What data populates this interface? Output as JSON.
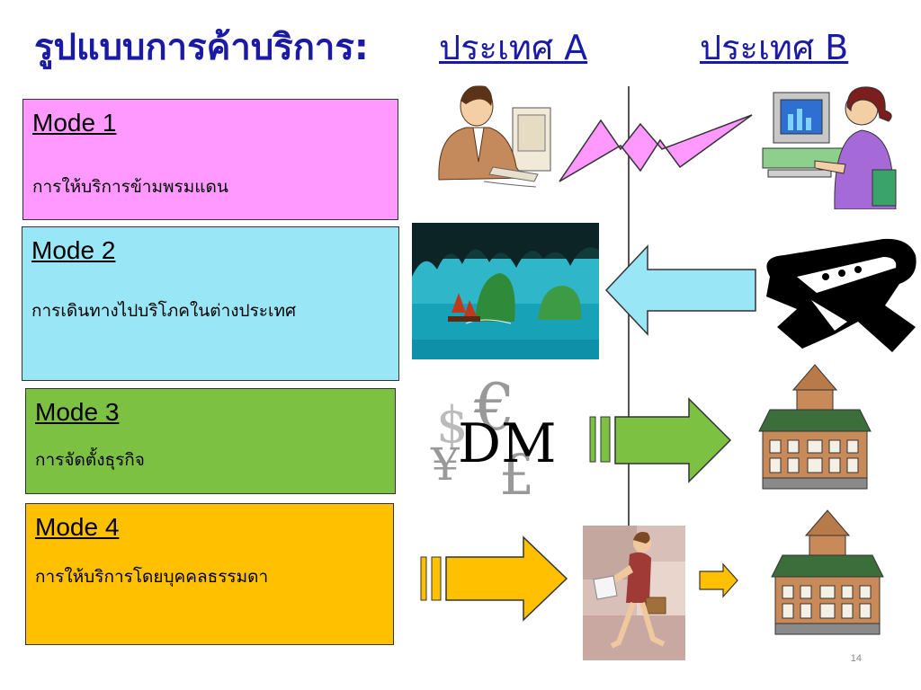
{
  "slide": {
    "title": "รูปแบบการค้าบริการ:",
    "country_a": "ประเทศ A",
    "country_b": "ประเทศ B",
    "page_number": "14"
  },
  "modes": [
    {
      "label": "Mode 1",
      "description": "การให้บริการข้ามพรมแดน",
      "color": "#ff99ff"
    },
    {
      "label": "Mode 2",
      "description": "การเดินทางไปบริโภคในต่างประเทศ",
      "color": "#99e6f7"
    },
    {
      "label": "Mode 3",
      "description": "การจัดตั้งธุรกิจ",
      "color": "#7cc142"
    },
    {
      "label": "Mode 4",
      "description": "การให้บริการโดยบุคคลธรรมดา",
      "color": "#ffc000"
    }
  ],
  "icons": {
    "mode1_left": "businessman-computer-icon",
    "mode1_link": "lightning-bolt-icon",
    "mode1_right": "woman-computer-icon",
    "mode2_left": "tropical-bay-image",
    "mode2_arrow": "left-arrow-icon",
    "mode2_right": "airplane-icon",
    "mode3_left": "currency-symbols-icon",
    "mode3_arrow": "right-arrow-icon",
    "mode3_right": "building-icon",
    "mode4_arrow": "right-arrow-icon",
    "mode4_person": "walking-woman-image",
    "mode4_small_arrow": "small-right-arrow-icon",
    "mode4_right": "building-icon"
  },
  "currency_letters": "DM"
}
